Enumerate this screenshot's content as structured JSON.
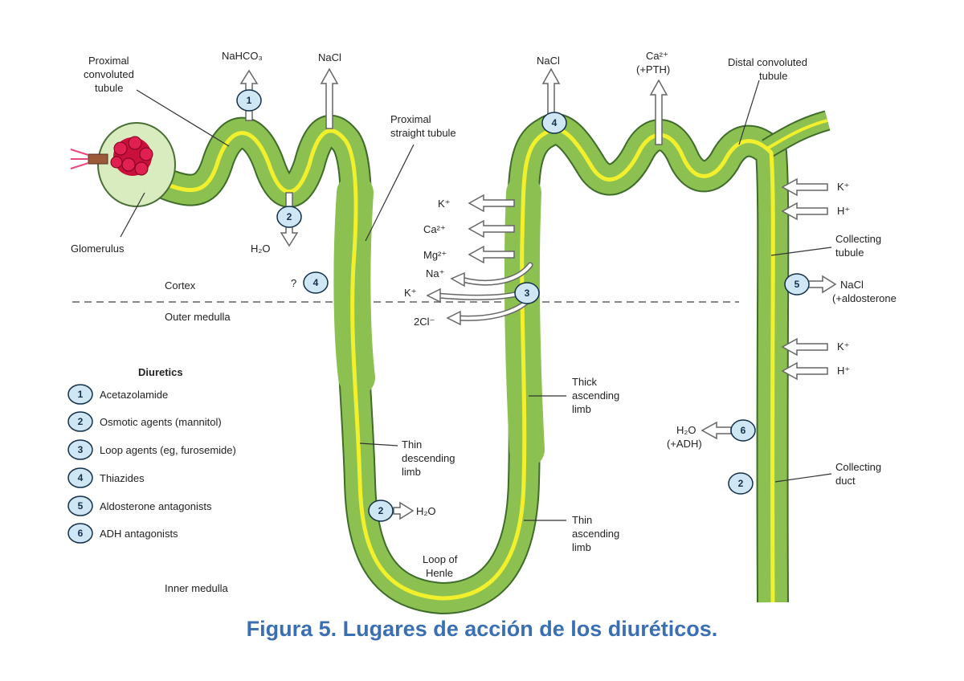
{
  "colors": {
    "tube": "#8cc152",
    "tube_edge": "#3f6b2b",
    "lumen": "#f2f02c",
    "badge": "#cfe6f5",
    "badge_edge": "#12304a",
    "caption": "#3b6fb3"
  },
  "labels": {
    "proximal_convoluted": [
      "Proximal",
      "convoluted",
      "tubule"
    ],
    "nahco3": "NaHCO₃",
    "nacl_1": "NaCl",
    "nacl_2": "NaCl",
    "ca_pth": [
      "Ca²⁺",
      "(+PTH)"
    ],
    "distal_convoluted": [
      "Distal convoluted",
      "tubule"
    ],
    "proximal_straight": [
      "Proximal",
      "straight tubule"
    ],
    "glomerulus": "Glomerulus",
    "h2o_1": "H₂O",
    "cortex": "Cortex",
    "outer_medulla": "Outer medulla",
    "question": "?",
    "k_plus": "K⁺",
    "ca2_plus": "Ca²⁺",
    "mg2_plus": "Mg²⁺",
    "na_plus": "Na⁺",
    "k_plus_2": "K⁺",
    "two_cl": "2Cl⁻",
    "k_right_1": "K⁺",
    "h_right_1": "H⁺",
    "collecting_tubule": [
      "Collecting",
      "tubule"
    ],
    "nacl_aldo": [
      "NaCl",
      "(+aldosterone"
    ],
    "k_right_2": "K⁺",
    "h_right_2": "H⁺",
    "thick_ascending": [
      "Thick",
      "ascending",
      "limb"
    ],
    "h2o_adh": [
      "H₂O",
      "(+ADH)"
    ],
    "thin_descending": [
      "Thin",
      "descending",
      "limb"
    ],
    "h2o_2": "H₂O",
    "collecting_duct": [
      "Collecting",
      "duct"
    ],
    "thin_ascending": [
      "Thin",
      "ascending",
      "limb"
    ],
    "loop_of_henle": [
      "Loop of",
      "Henle"
    ],
    "inner_medulla": "Inner medulla"
  },
  "badges": {
    "b1": "1",
    "b2_top": "2",
    "b4_q": "4",
    "b4_top": "4",
    "b3": "3",
    "b5": "5",
    "b6": "6",
    "b2_duct": "2",
    "b2_loop": "2"
  },
  "legend": {
    "title": "Diuretics",
    "items": [
      {
        "num": "1",
        "label": "Acetazolamide"
      },
      {
        "num": "2",
        "label": "Osmotic agents (mannitol)"
      },
      {
        "num": "3",
        "label": "Loop agents (eg, furosemide)"
      },
      {
        "num": "4",
        "label": "Thiazides"
      },
      {
        "num": "5",
        "label": "Aldosterone antagonists"
      },
      {
        "num": "6",
        "label": "ADH antagonists"
      }
    ]
  },
  "caption": "Figura 5. Lugares de acción de los diuréticos."
}
